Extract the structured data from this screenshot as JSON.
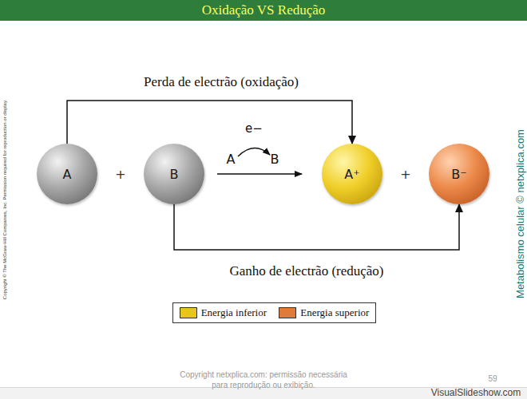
{
  "diagram": {
    "title": "Oxidação VS Redução",
    "nodes": [
      {
        "text": [
          "A"
        ]
      },
      {
        "text": [
          "B"
        ]
      },
      {
        "text": [
          "A⁺"
        ]
      },
      {
        "text": [
          "B⁻"
        ]
      }
    ],
    "edges": [
      {
        "from": 0,
        "to": 2,
        "label": "Perda de electrão (oxidação)",
        "arrow": "to"
      },
      {
        "from": 1,
        "to": 3,
        "label": "Ganho de electrão (redução)",
        "arrow": "to"
      }
    ],
    "labels": [
      "+",
      "+",
      "e−",
      "A",
      "B",
      "Copyright © The McGraw-Hill Companies, Inc. Permission required for reproduction or display.",
      "Metabolismo celular © netxplica.com",
      "Copyright netxplica.com: permissão necessária para reprodução ou exibição.",
      "59",
      "VisualSlideshow.com"
    ],
    "legend": [
      {
        "text": "Energia inferior",
        "color": "#e8c51a"
      },
      {
        "text": "Energia superior",
        "color": "#e07a3a"
      }
    ]
  }
}
